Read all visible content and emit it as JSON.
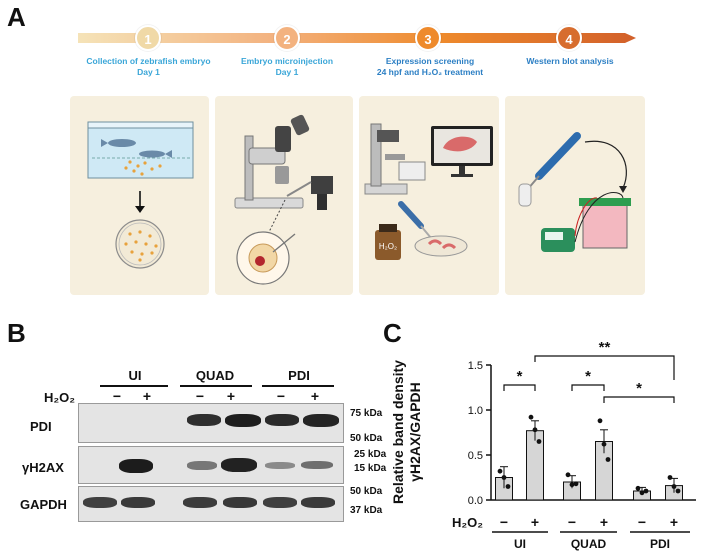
{
  "panels": {
    "a": "A",
    "b": "B",
    "c": "C"
  },
  "workflow": {
    "steps": [
      {
        "num": "1",
        "line1": "Collection of zebrafish embryo",
        "line2": "Day 1",
        "color": "#f0d9a7",
        "text_color": "#3aa6d8"
      },
      {
        "num": "2",
        "line1": "Embryo microinjection",
        "line2": "Day 1",
        "color": "#f3b27f",
        "text_color": "#3aa6d8"
      },
      {
        "num": "3",
        "line1": "Expression screening",
        "line2": "24 hpf and H₂O₂ treatment",
        "color": "#ee8a2c",
        "text_color": "#2c7fc4"
      },
      {
        "num": "4",
        "line1": "Western blot analysis",
        "line2": "",
        "color": "#d76d2e",
        "text_color": "#2c7fc4"
      }
    ],
    "bottle_label": "H₂O₂"
  },
  "blot": {
    "groups": [
      "UI",
      "QUAD",
      "PDI"
    ],
    "treatment_label": "H₂O₂",
    "treatments": [
      "−",
      "+",
      "−",
      "+",
      "−",
      "+"
    ],
    "rows": [
      {
        "name": "PDI",
        "markers": [
          "75 kDa",
          "50 kDa"
        ]
      },
      {
        "name": "γH2AX",
        "markers": [
          "25 kDa",
          "15 kDa"
        ]
      },
      {
        "name": "GAPDH",
        "markers": [
          "50 kDa",
          "37 kDa"
        ]
      }
    ]
  },
  "chart_data": {
    "type": "bar",
    "ylabel_line1": "Relative band density",
    "ylabel_line2": "γH2AX/GAPDH",
    "ylim": [
      0,
      1.5
    ],
    "yticks": [
      "0.0",
      "0.5",
      "1.0",
      "1.5"
    ],
    "groups": [
      "UI",
      "QUAD",
      "PDI"
    ],
    "treatment_label": "H₂O₂",
    "treatments": [
      "−",
      "+",
      "−",
      "+",
      "−",
      "+"
    ],
    "values": [
      0.25,
      0.77,
      0.2,
      0.65,
      0.1,
      0.16
    ],
    "errors": [
      0.12,
      0.11,
      0.07,
      0.13,
      0.04,
      0.08
    ],
    "points": [
      [
        0.32,
        0.25,
        0.15
      ],
      [
        0.92,
        0.78,
        0.65
      ],
      [
        0.28,
        0.17,
        0.18
      ],
      [
        0.88,
        0.62,
        0.45
      ],
      [
        0.13,
        0.08,
        0.1
      ],
      [
        0.25,
        0.15,
        0.1
      ]
    ],
    "significance": [
      {
        "from": 0,
        "to": 1,
        "label": "*"
      },
      {
        "from": 2,
        "to": 3,
        "label": "*"
      },
      {
        "from": 3,
        "to": 5,
        "label": "*"
      },
      {
        "from": 1,
        "to": 5,
        "label": "**"
      }
    ]
  }
}
